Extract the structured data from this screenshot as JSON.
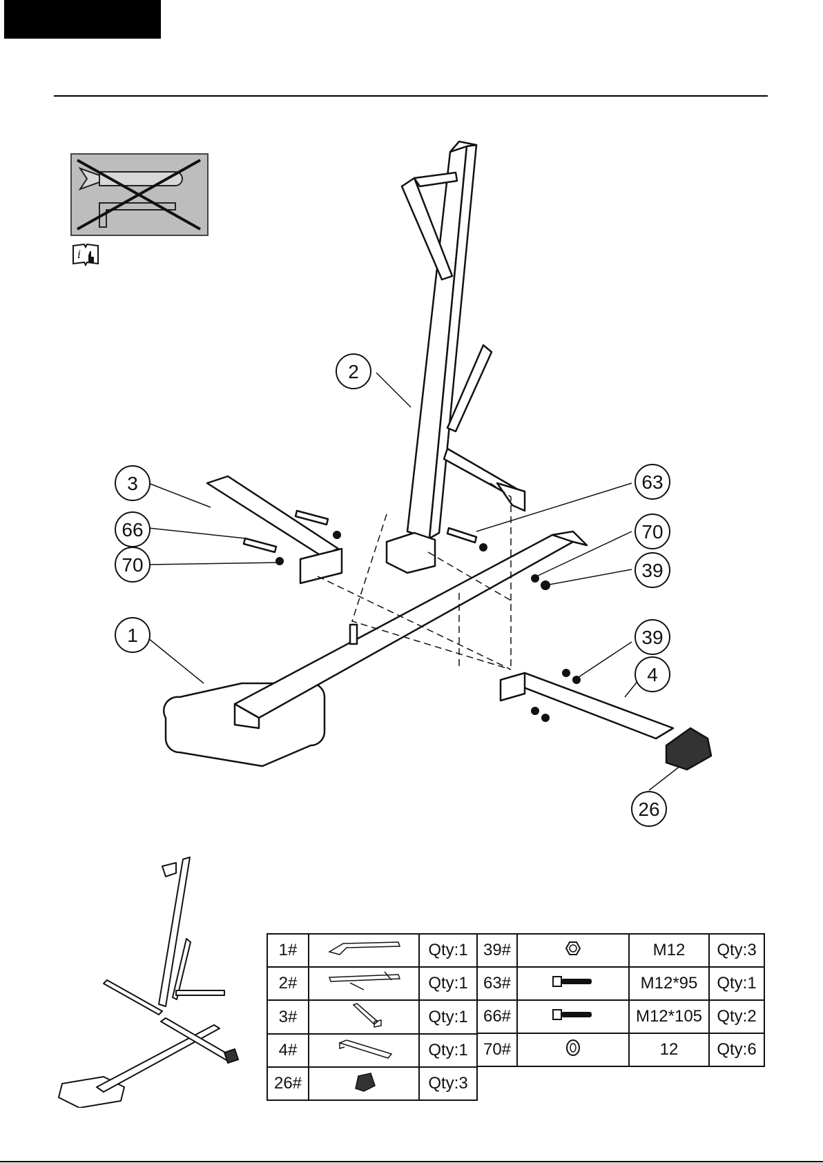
{
  "callouts": {
    "c1": "1",
    "c2": "2",
    "c3": "3",
    "c4": "4",
    "c26": "26",
    "c39a": "39",
    "c39b": "39",
    "c63": "63",
    "c66": "66",
    "c70a": "70",
    "c70b": "70"
  },
  "parts_left": [
    {
      "num": "1#",
      "qty": "Qty:1"
    },
    {
      "num": "2#",
      "qty": "Qty:1"
    },
    {
      "num": "3#",
      "qty": "Qty:1"
    },
    {
      "num": "4#",
      "qty": "Qty:1"
    },
    {
      "num": "26#",
      "qty": "Qty:3"
    }
  ],
  "parts_right": [
    {
      "num": "39#",
      "size": "M12",
      "qty": "Qty:3"
    },
    {
      "num": "63#",
      "size": "M12*95",
      "qty": "Qty:1"
    },
    {
      "num": "66#",
      "size": "M12*105",
      "qty": "Qty:2"
    },
    {
      "num": "70#",
      "size": "12",
      "qty": "Qty:6"
    }
  ],
  "icons": {
    "warning": "crossed-out-wrench-icon",
    "info": "read-manual-icon"
  }
}
